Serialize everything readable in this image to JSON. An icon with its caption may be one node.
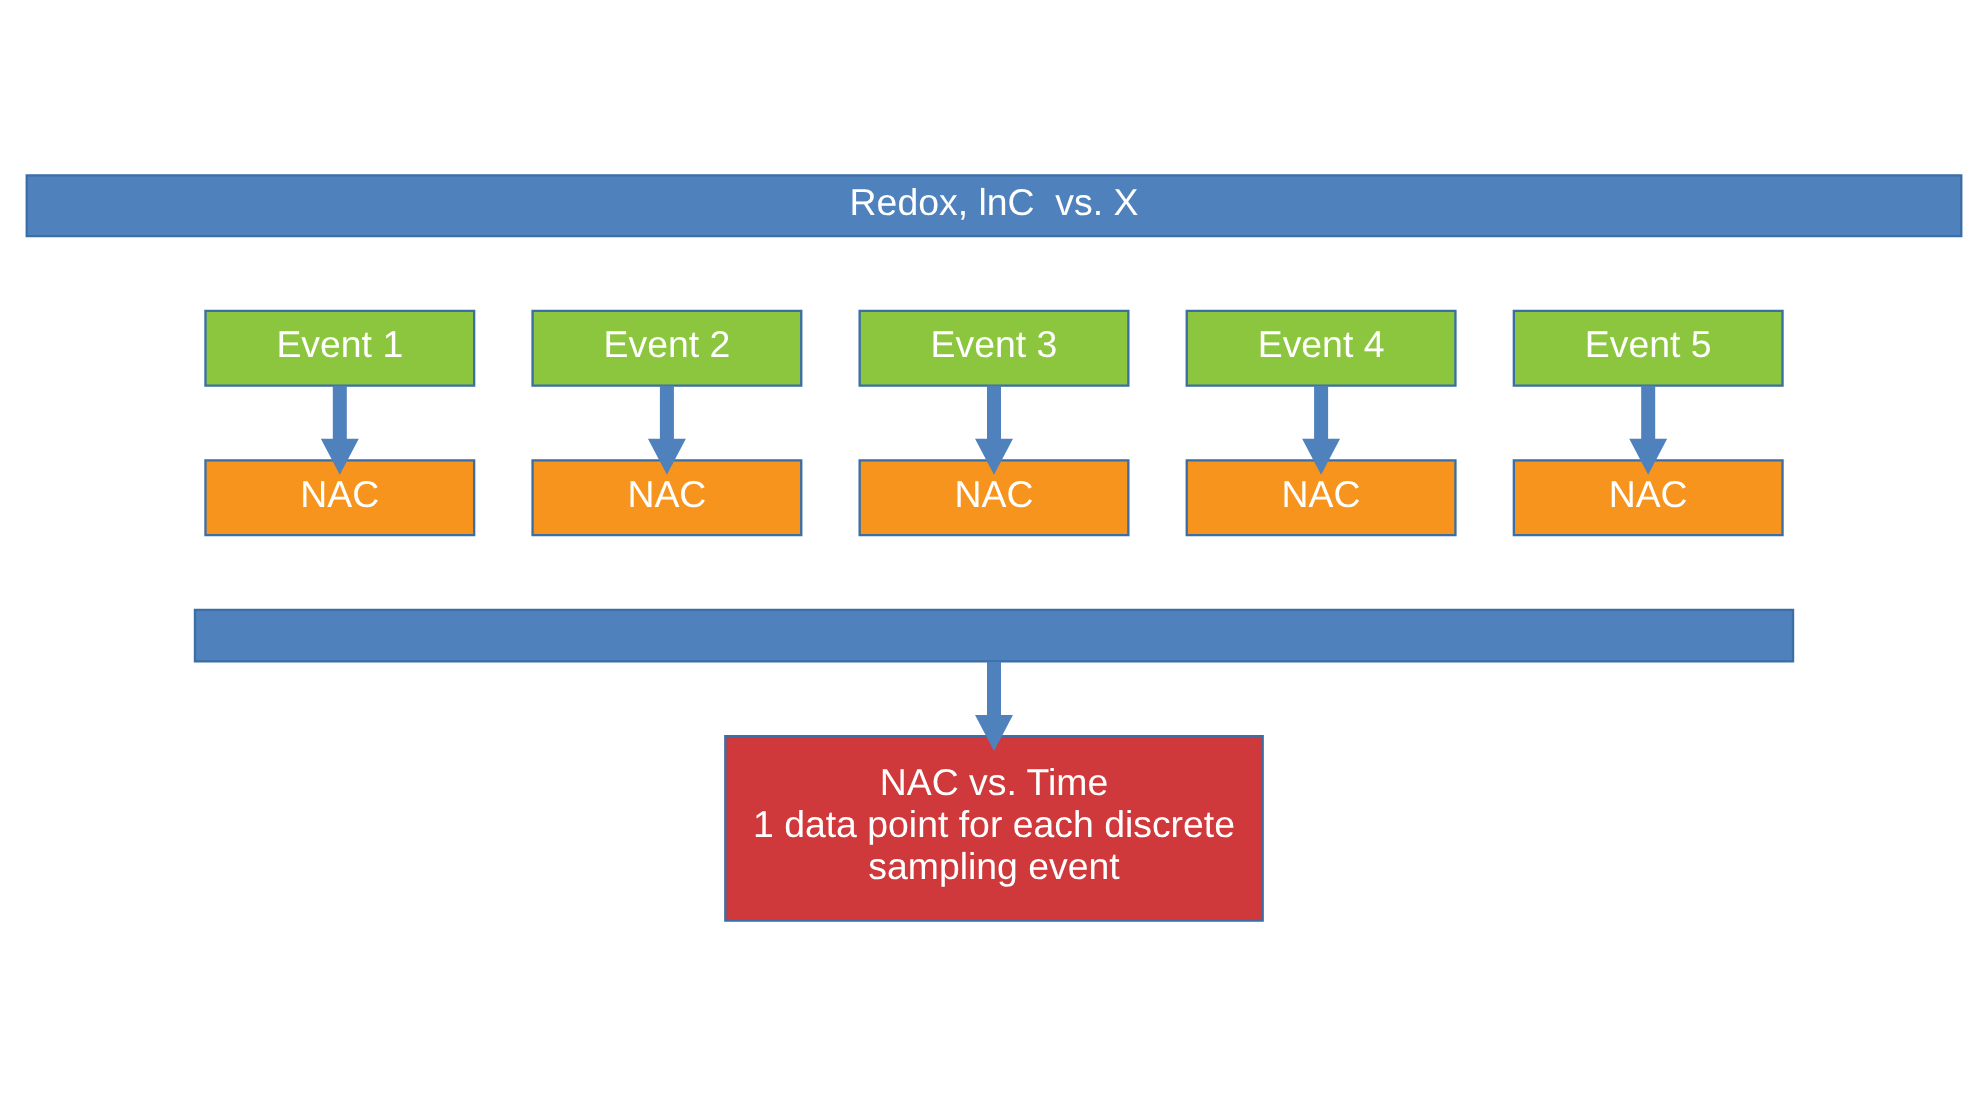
{
  "diagram": {
    "nodes": [
      {
        "text": [
          "Redox, lnC  vs. X"
        ]
      },
      {
        "text": [
          "Event 1"
        ]
      },
      {
        "text": [
          "Event 2"
        ]
      },
      {
        "text": [
          "Event 3"
        ]
      },
      {
        "text": [
          "Event 4"
        ]
      },
      {
        "text": [
          "Event 5"
        ]
      },
      {
        "text": [
          "NAC"
        ]
      },
      {
        "text": [
          "NAC"
        ]
      },
      {
        "text": [
          "NAC"
        ]
      },
      {
        "text": [
          "NAC"
        ]
      },
      {
        "text": [
          "NAC"
        ]
      },
      {
        "text": [],
        "shape": "bar"
      },
      {
        "text": [
          "NAC vs. Time",
          "1 data point for each discrete sampling event"
        ]
      }
    ],
    "edges": [
      {
        "from": 1,
        "to": 6,
        "arrow": "to"
      },
      {
        "from": 2,
        "to": 7,
        "arrow": "to"
      },
      {
        "from": 3,
        "to": 8,
        "arrow": "to"
      },
      {
        "from": 4,
        "to": 9,
        "arrow": "to"
      },
      {
        "from": 5,
        "to": 10,
        "arrow": "to"
      },
      {
        "from": 11,
        "to": 12,
        "arrow": "to"
      }
    ]
  }
}
